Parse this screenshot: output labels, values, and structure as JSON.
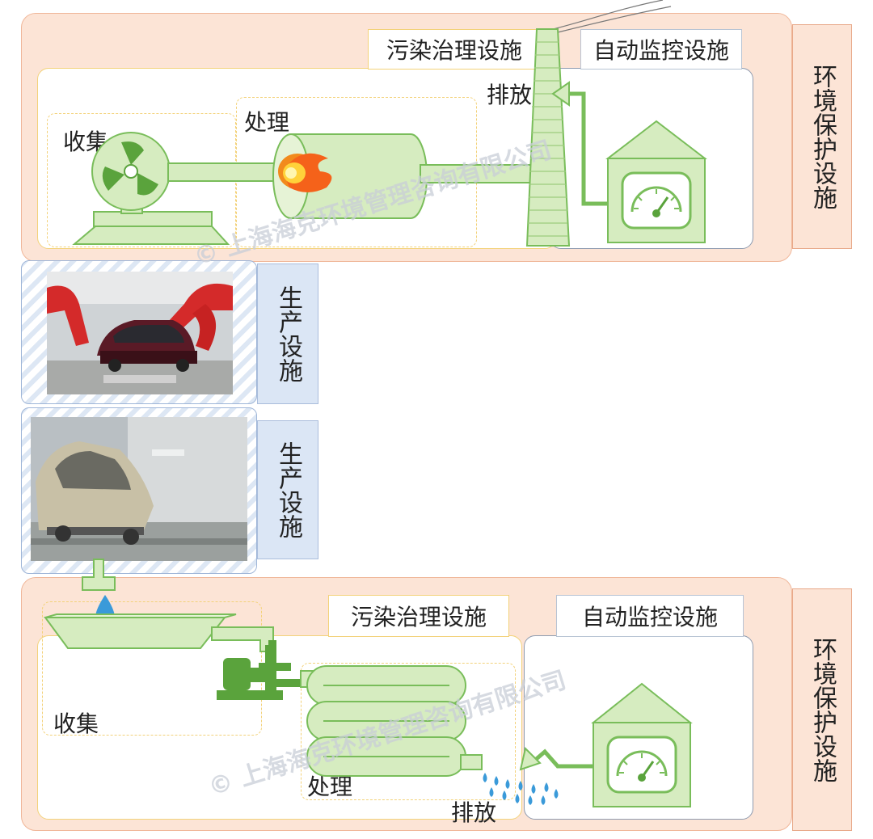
{
  "top_section": {
    "pollution_label": "污染治理设施",
    "monitor_label": "自动监控设施",
    "discharge_label": "排放",
    "treat_label": "处理",
    "collect_label": "收集",
    "env_tag": "环境保护设施"
  },
  "production_1": {
    "tag": "生产设施"
  },
  "production_2": {
    "tag": "生产设施"
  },
  "bottom_section": {
    "pollution_label": "污染治理设施",
    "monitor_label": "自动监控设施",
    "collect_label": "收集",
    "treat_label": "处理",
    "discharge_label": "排放",
    "env_tag": "环境保护设施"
  },
  "watermark_text": "© 上海海克环境管理咨询有限公司",
  "colors": {
    "env_bg": "#fce4d6",
    "equipment_green": "#d6ecc0",
    "equipment_stroke": "#79bd5a",
    "pump_green": "#5aa33c",
    "production_bg": "#dbe6f5"
  }
}
